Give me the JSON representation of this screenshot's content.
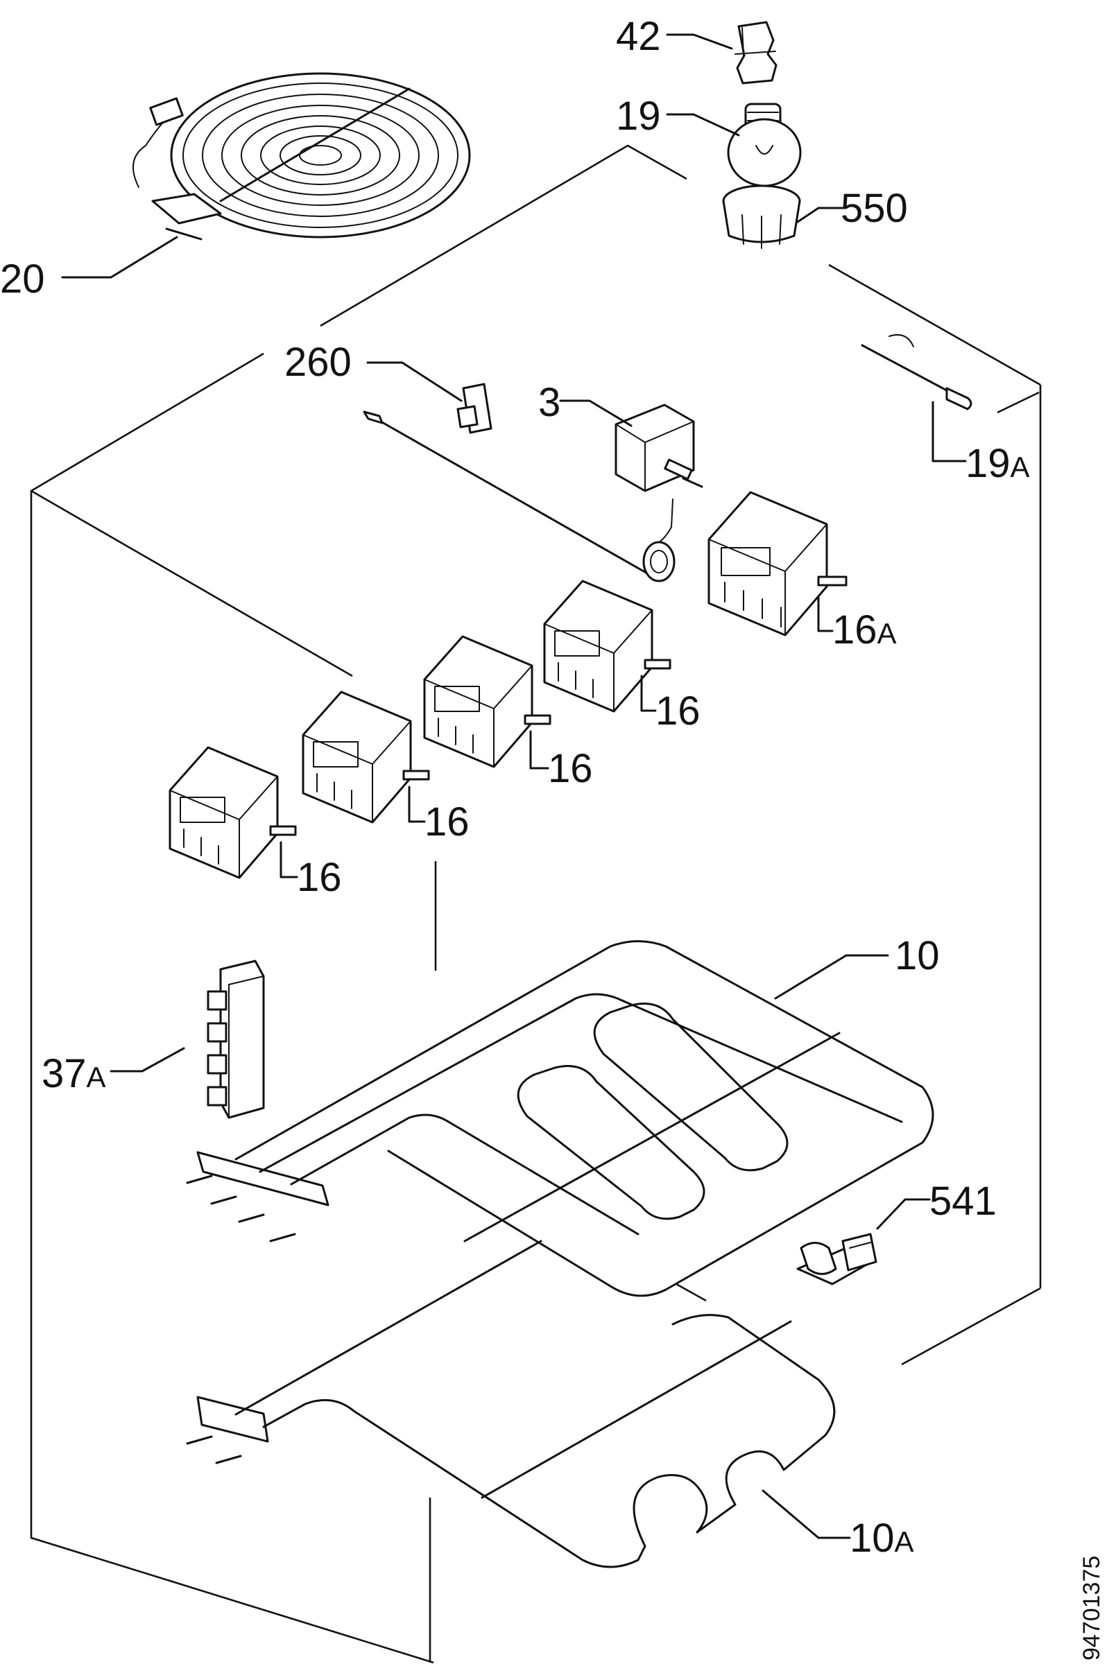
{
  "diagram": {
    "part_labels": {
      "p42": "42",
      "p19": "19",
      "p550": "550",
      "p20": "20",
      "p260": "260",
      "p3": "3",
      "p19a_num": "19",
      "p19a_suffix": "A",
      "p16a_num": "16",
      "p16a_suffix": "A",
      "p16_1": "16",
      "p16_2": "16",
      "p16_3": "16",
      "p16_4": "16",
      "p10": "10",
      "p37a_num": "37",
      "p37a_suffix": "A",
      "p541": "541",
      "p10a_num": "10",
      "p10a_suffix": "A"
    },
    "drawing_code": "94701375"
  }
}
